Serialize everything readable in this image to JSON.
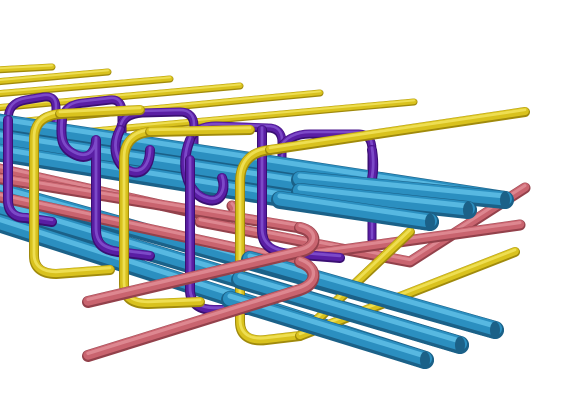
{
  "scene": {
    "subject": "rebar-cage-3d-render",
    "background": "#ffffff",
    "colors": {
      "yellow": "#d9c21e",
      "yellow_hi": "#f1e35c",
      "yellow_lo": "#a08a0c",
      "blue": "#2b8fc0",
      "blue_hi": "#5fbfe6",
      "blue_lo": "#1b6188",
      "purple": "#5a1ea4",
      "purple_hi": "#8351cf",
      "purple_lo": "#3a0f73",
      "pink": "#c9646f",
      "pink_hi": "#e08d96",
      "pink_lo": "#93414b"
    },
    "rod_groups": [
      "yellow-longitudinal",
      "blue-longitudinal",
      "purple-stirrups",
      "yellow-stirrups",
      "pink-hooked-bars"
    ]
  }
}
